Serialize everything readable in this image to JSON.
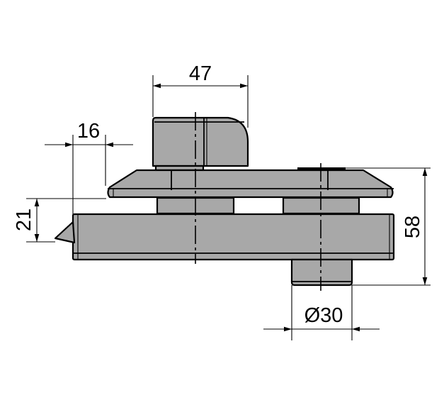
{
  "dimensions": {
    "width_handle": "47",
    "offset_lip": "16",
    "height_lip": "21",
    "total_height": "58",
    "cylinder_diameter": "Ø30"
  },
  "colors": {
    "part_fill": "#a8a8a8",
    "line": "#000000"
  }
}
